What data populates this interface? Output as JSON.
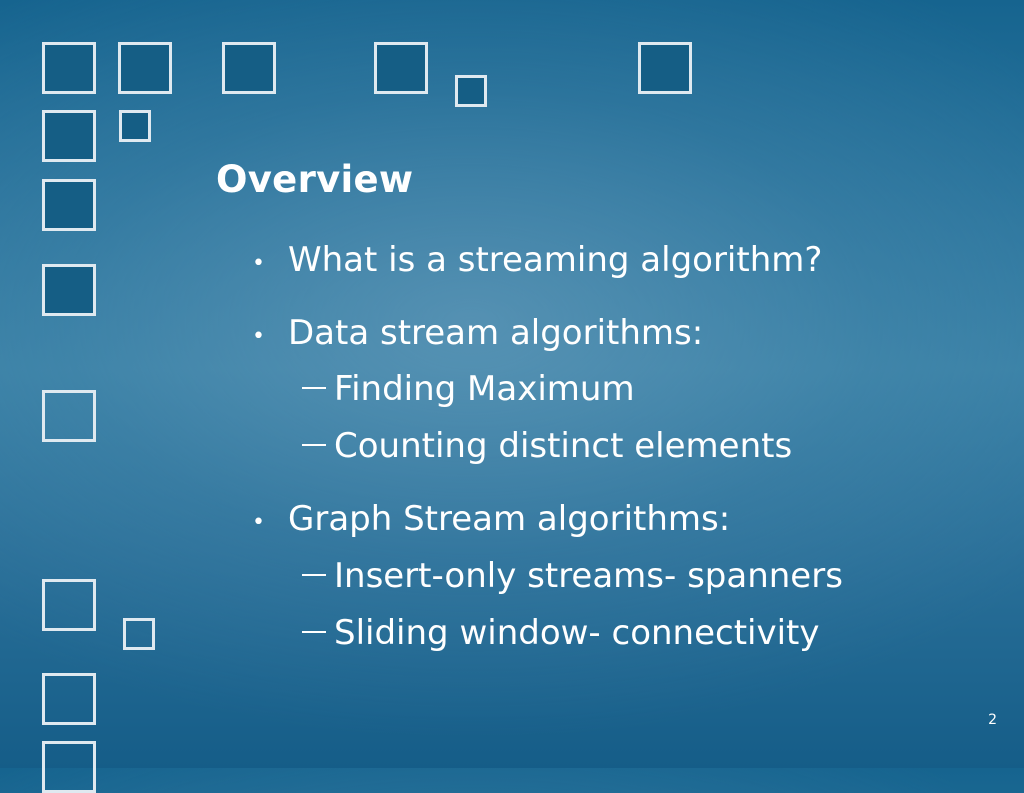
{
  "slide": {
    "title": "Overview",
    "bullets": [
      {
        "text": "What is a streaming algorithm?"
      },
      {
        "text": "Data stream algorithms:"
      },
      {
        "text": "Graph Stream algorithms:"
      }
    ],
    "sub_bullets": [
      {
        "text": "Finding Maximum"
      },
      {
        "text": "Counting distinct elements"
      },
      {
        "text": "Insert-only streams- spanners"
      },
      {
        "text": "Sliding window- connectivity"
      }
    ],
    "page_number": "2"
  },
  "theme": {
    "background": "#2f7aa3",
    "text_color": "#ffffff",
    "square_border": "#dfe9f0",
    "square_fill": "#155e85"
  }
}
